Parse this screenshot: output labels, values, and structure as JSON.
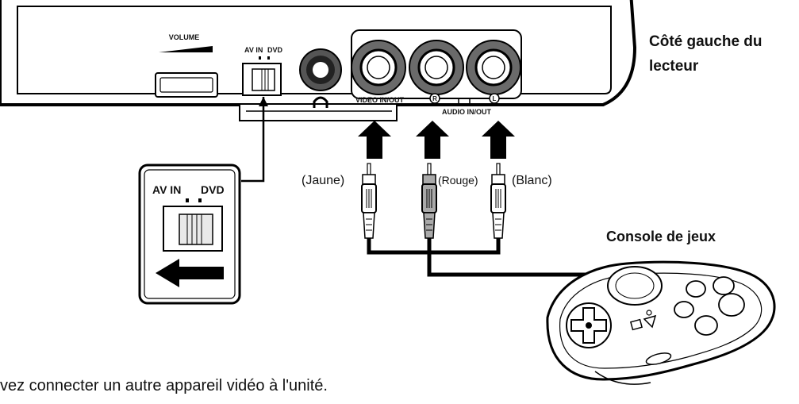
{
  "player": {
    "side_label_line1": "Côté gauche du",
    "side_label_line2": "lecteur",
    "volume_label": "VOLUME",
    "switch_av_in": "AV IN",
    "switch_dvd": "DVD",
    "video_label": "VIDEO IN/OUT",
    "audio_label": "AUDIO IN/OUT",
    "audio_r": "R",
    "audio_l": "L"
  },
  "zoom": {
    "av_in": "AV IN",
    "dvd": "DVD"
  },
  "cables": {
    "yellow": "(Jaune)",
    "red": "(Rouge)",
    "white": "(Blanc)"
  },
  "console": {
    "label": "Console de jeux"
  },
  "caption": {
    "text": "vez connecter un autre appareil vidéo à l'unité."
  }
}
